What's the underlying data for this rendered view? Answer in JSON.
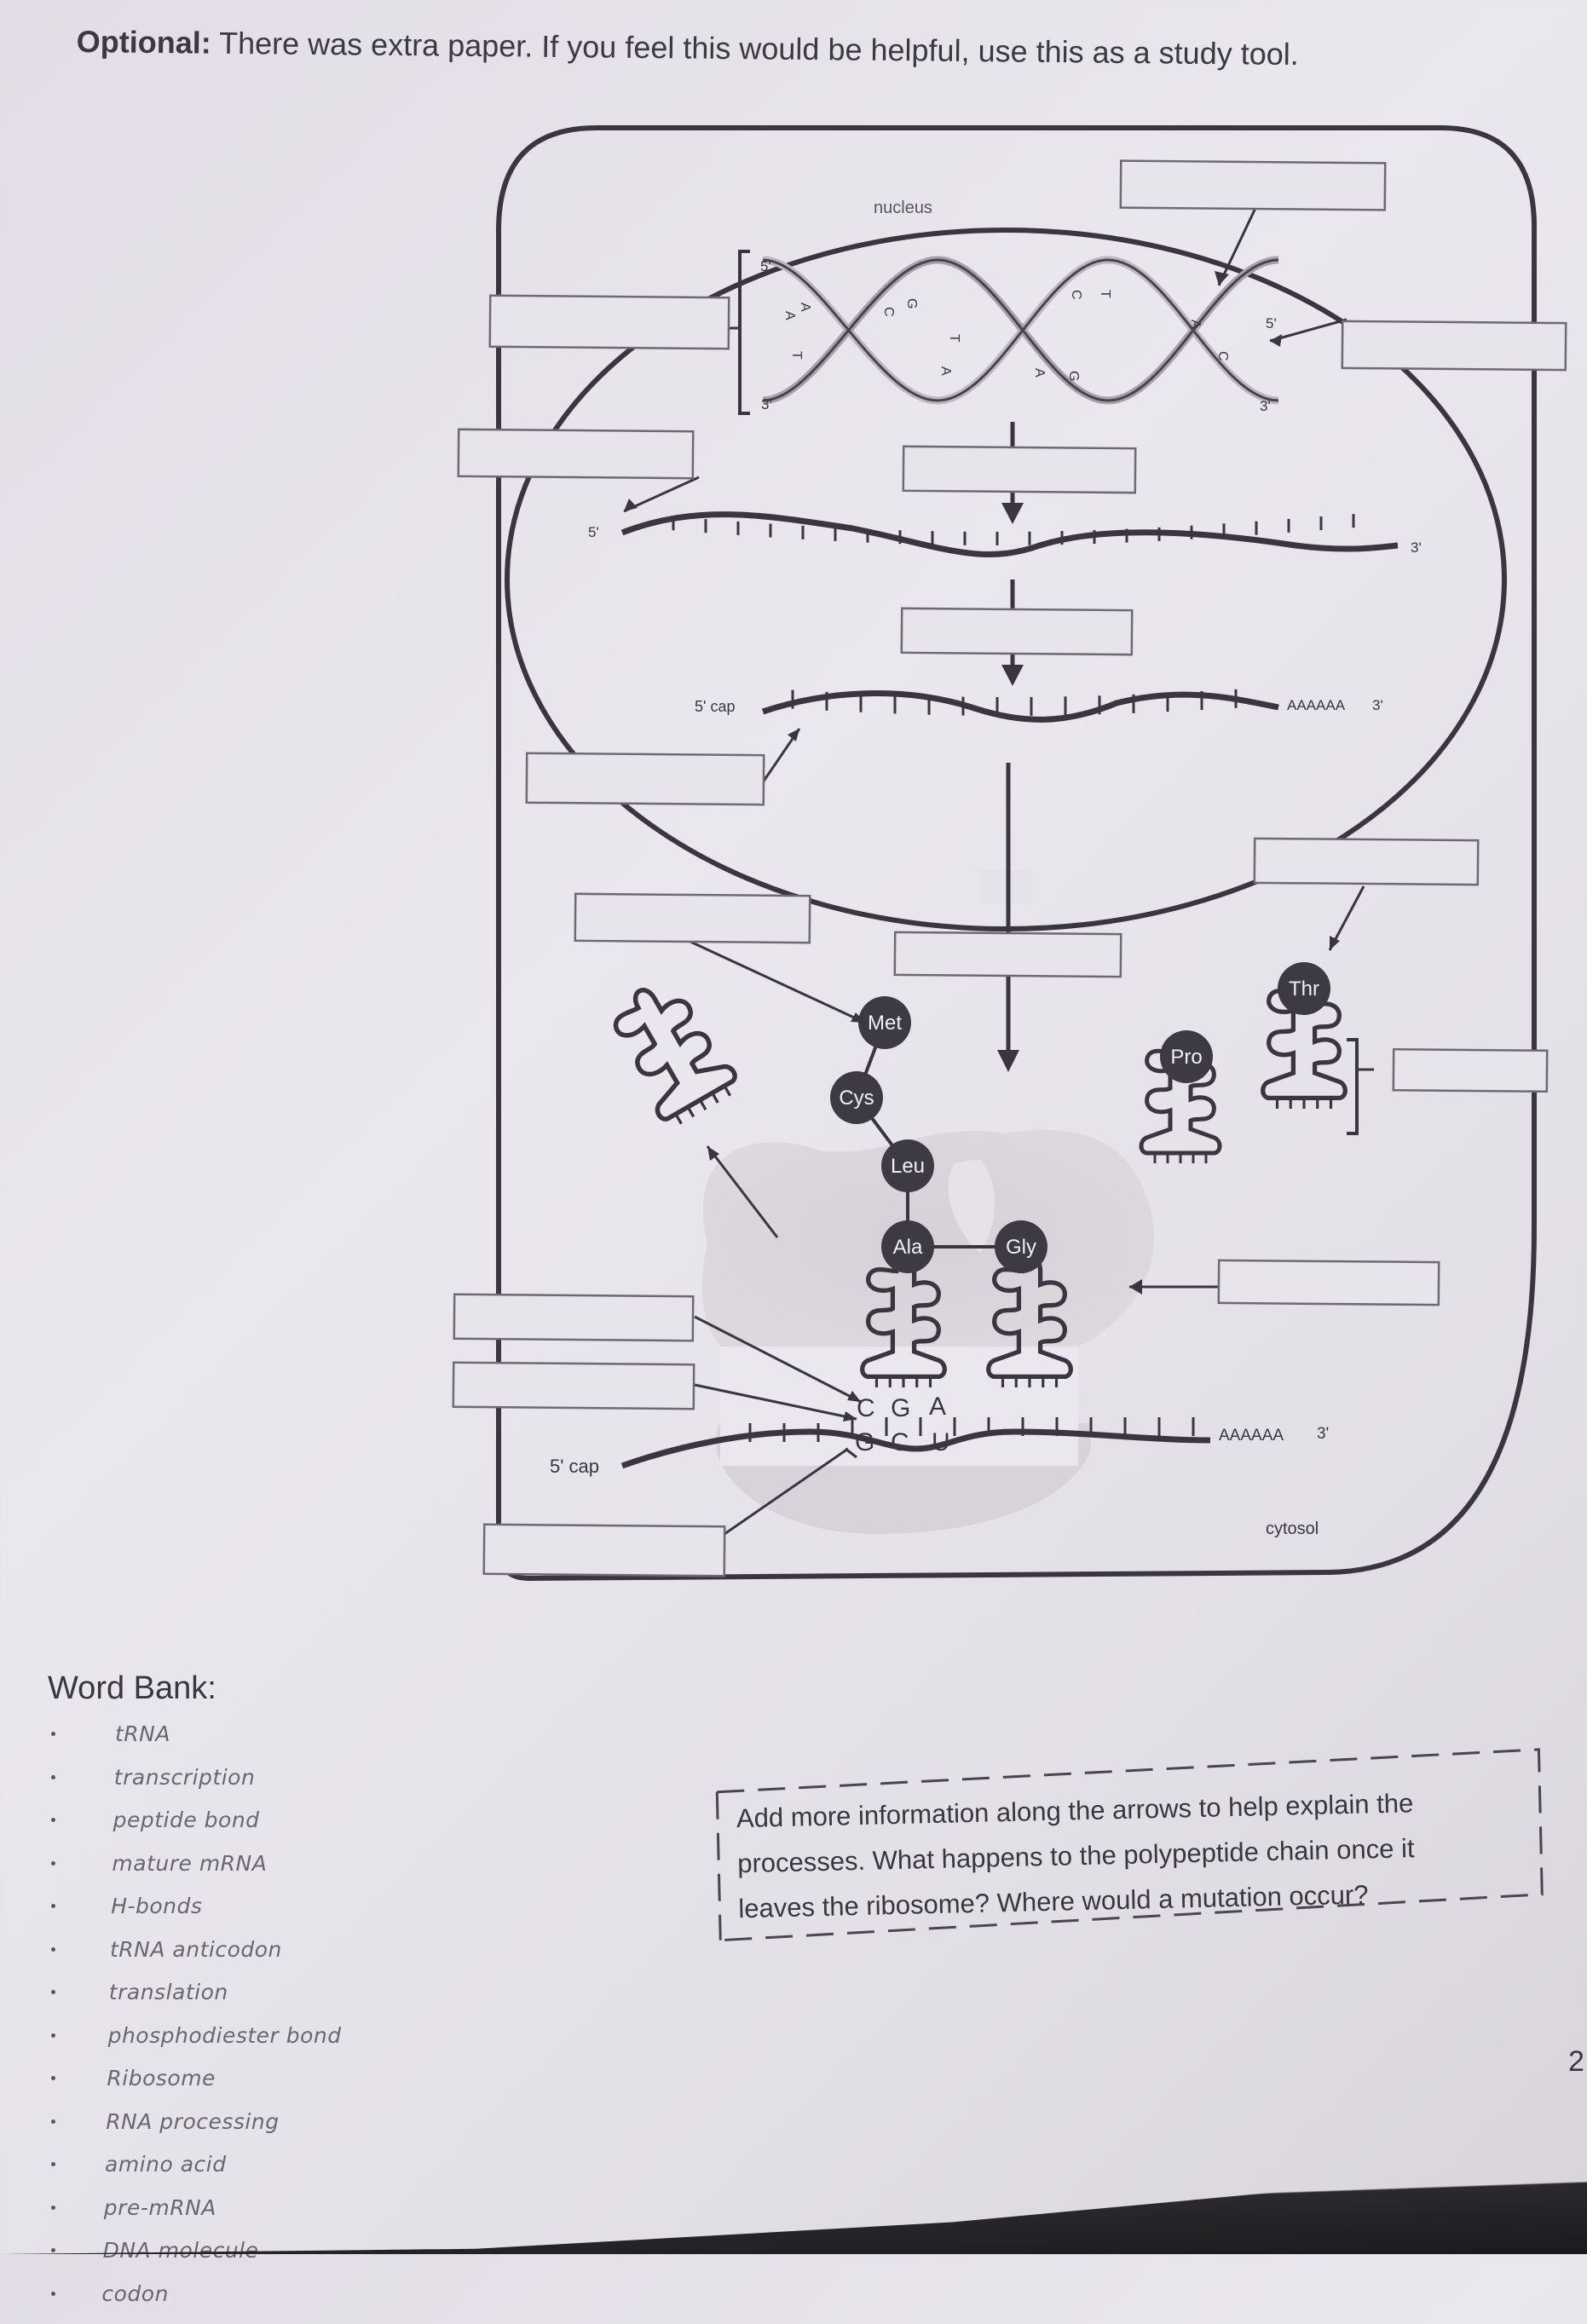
{
  "header": {
    "bold": "Optional:",
    "text": "There was extra paper. If you feel this would be helpful, use this as a study tool."
  },
  "diagram": {
    "nucleus_label": "nucleus",
    "cytosol_label": "cytosol",
    "prime5": "5'",
    "prime3": "3'",
    "cap_label": "5' cap",
    "polyA_label": "AAAAAA",
    "dna_top_letters": [
      "A",
      "C",
      "G",
      "C",
      "T",
      "A"
    ],
    "dna_bottom_letters": [
      "T",
      "A",
      "A",
      "T",
      "A",
      "G",
      "C"
    ],
    "amino_acids": [
      "Met",
      "Cys",
      "Leu",
      "Ala",
      "Gly",
      "Pro",
      "Thr"
    ],
    "anticodon": [
      "C",
      "G",
      "A"
    ],
    "codon": [
      "G",
      "C",
      "U"
    ],
    "colors": {
      "amino_acid_fill": "#3e3a44",
      "ink": "#3a3540",
      "ribosome": "#d2cdd4"
    }
  },
  "word_bank": {
    "title": "Word Bank:",
    "items": [
      "tRNA",
      "transcription",
      "peptide bond",
      "mature mRNA",
      "H-bonds",
      "tRNA anticodon",
      "translation",
      "phosphodiester bond",
      "Ribosome",
      "RNA processing",
      "amino acid",
      "pre-mRNA",
      "DNA molecule",
      "codon"
    ]
  },
  "note": {
    "lines": [
      "Add more information along the arrows to help explain the",
      "processes. What happens to the polypeptide chain once it",
      "leaves the ribosome? Where would a mutation occur?"
    ]
  },
  "page_number": "2"
}
